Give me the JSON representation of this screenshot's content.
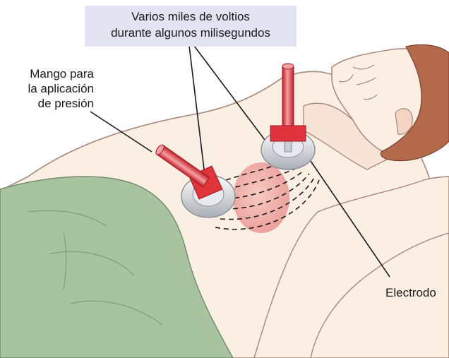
{
  "labels": {
    "voltage_line1": "Varios miles de voltios",
    "voltage_line2": "durante algunos milisegundos",
    "handle_line1": "Mango para",
    "handle_line2": "la aplicación",
    "handle_line3": "de presión",
    "electrode": "Electrodo"
  },
  "colors": {
    "skin": "#fbeee3",
    "skin_outline": "#a8867a",
    "hair": "#b3694a",
    "sheet": "#a7c3a0",
    "handle_red": "#e0343c",
    "electrode_disc": "#cfd3d9",
    "heart": "#f1a7a4",
    "label_bg": "#e2e4f1"
  }
}
